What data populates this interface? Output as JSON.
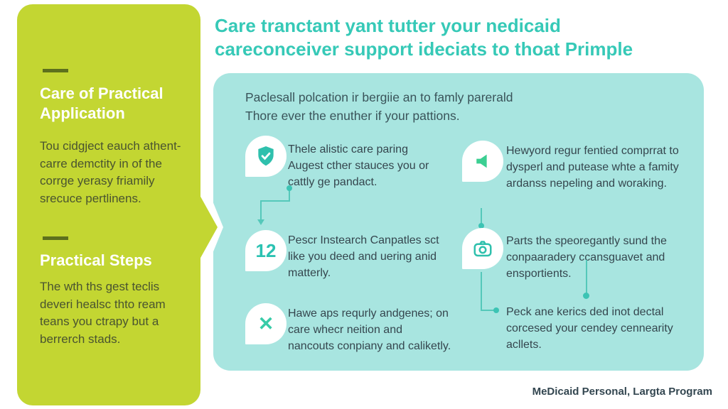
{
  "title": {
    "line1": "Care tranctant yant tutter your nedicaid",
    "line2": "careconceiver support ideciats to thoat Primple"
  },
  "sidebar": {
    "section1": {
      "heading": "Care of Practical Application",
      "body": "Tou cidgject eauch athent-carre demctity in of the corrge yerasy friamily srecuce pertlinens."
    },
    "section2": {
      "heading": "Practical Steps",
      "body": "The wth ths gest teclis deveri healsc thto ream teans you ctrapy but a berrerch stads."
    }
  },
  "panel": {
    "intro": {
      "line1": "Paclesall polcation ir bergiie an to famly parerald",
      "line2": "Thore ever the enuther if your pattions."
    },
    "items": {
      "left1": {
        "icon": "shield-check-icon",
        "text": "Thele alistic care paring Augest cther stauces you or cattly ge pandact."
      },
      "left2": {
        "icon": "number-badge",
        "badge": "12",
        "text": "Pescr Instearch Canpatles sct like you deed and uering anid matterly."
      },
      "left3": {
        "icon": "x-mark-icon",
        "text": "Hawe aps requrly andgenes; on care whecr neition and nancouts conpiany and caliketly."
      },
      "right1": {
        "icon": "megaphone-icon",
        "text": "Hewyord regur fentied comprrat to dysperl and putease whte a famity ardanss nepeling and woraking."
      },
      "right2": {
        "icon": "camera-icon",
        "text": "Parts the speoregantly sund the conpaaradery ccansguavet and ensportients."
      },
      "right3": {
        "icon": "bullet-dot",
        "text": "Peck ane kerics ded inot dectal corcesed your cendey cennearity acllets."
      }
    }
  },
  "footer": {
    "text": "MeDicaid Personal, Largta Program"
  },
  "colors": {
    "lime": "#c3d632",
    "dark_olive": "#5d701d",
    "sidebar_text": "#4a5430",
    "teal_panel": "#a8e5e0",
    "accent_teal": "#36c9b7",
    "panel_text": "#35464e",
    "connector": "#55c8ba"
  }
}
